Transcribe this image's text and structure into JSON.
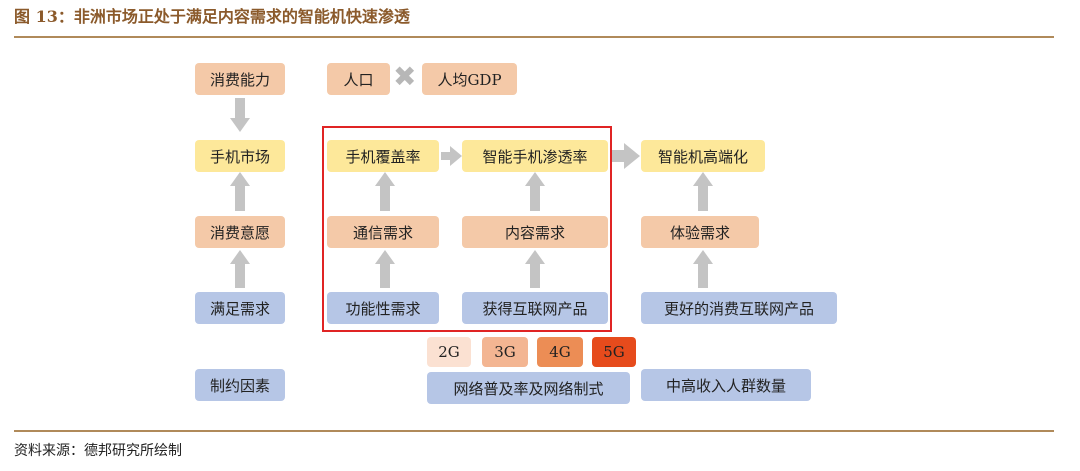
{
  "header": {
    "title": "图 13：非洲市场正处于满足内容需求的智能机快速渗透"
  },
  "footer": {
    "source": "资料来源：德邦研究所绘制"
  },
  "diagram": {
    "left_column": {
      "consumption_capacity": "消费能力",
      "phone_market": "手机市场",
      "consumption_willingness": "消费意愿",
      "satisfy_demand": "满足需求",
      "constraints": "制约因素"
    },
    "top_factors": {
      "population": "人口",
      "times": "✖",
      "gdp_per_capita": "人均GDP"
    },
    "center": {
      "phone_coverage": "手机覆盖率",
      "smartphone_penetration": "智能手机渗透率",
      "communication_demand": "通信需求",
      "content_demand": "内容需求",
      "function_demand": "功能性需求",
      "internet_products": "获得互联网产品"
    },
    "network": {
      "generations": [
        "2G",
        "3G",
        "4G",
        "5G"
      ],
      "network_label": "网络普及率及网络制式"
    },
    "right_column": {
      "smartphone_high_end": "智能机高端化",
      "experience_demand": "体验需求",
      "better_internet_products": "更好的消费互联网产品",
      "middle_high_income": "中高收入人群数量"
    },
    "colors": {
      "peach": "#f4c9a8",
      "yellow": "#fde89a",
      "blue": "#b6c6e6",
      "red_frame": "#e02424",
      "arrow": "#c4c4c4"
    }
  }
}
